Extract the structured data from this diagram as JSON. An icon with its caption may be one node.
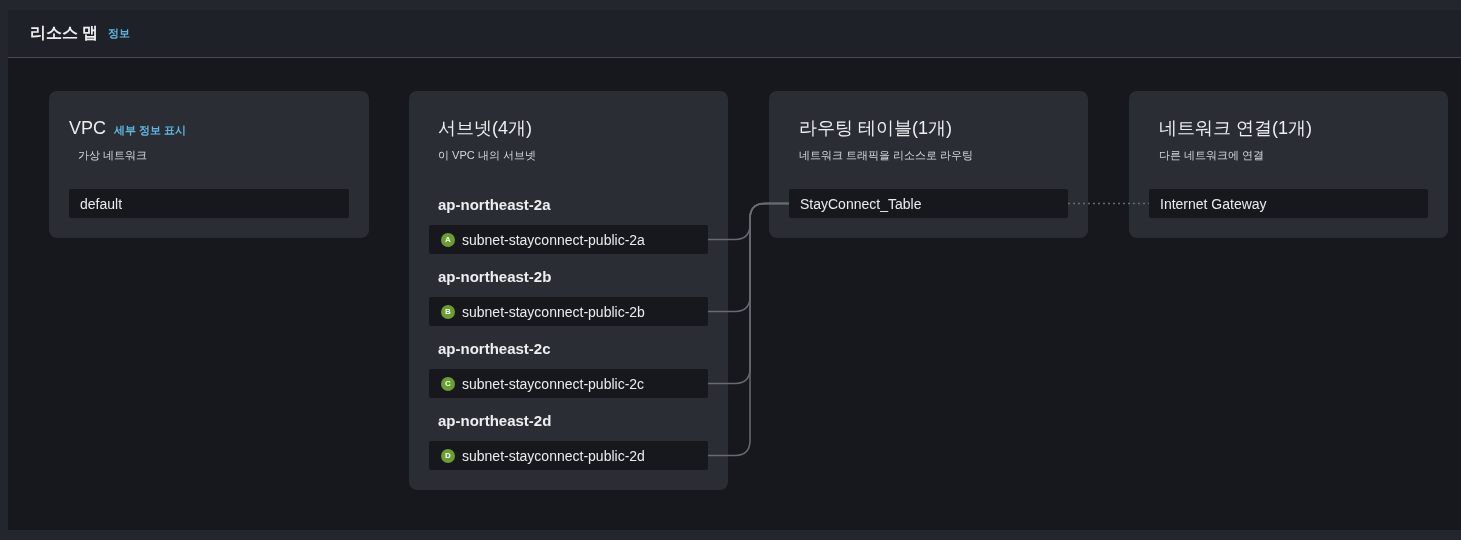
{
  "diagram": {
    "title": "리소스 맵",
    "nodes": [
      {
        "text": [
          "VPC",
          "세부 정보 표시",
          "가상 네트워크"
        ]
      },
      {
        "text": [
          "default"
        ],
        "in": 0
      },
      {
        "text": [
          "서브넷(4개)",
          "이 VPC 내의 서브넷"
        ]
      },
      {
        "text": [
          "A",
          "subnet-stayconnect-public-2a"
        ],
        "in": 2,
        "beside": [
          "ap-northeast-2a"
        ]
      },
      {
        "text": [
          "B",
          "subnet-stayconnect-public-2b"
        ],
        "in": 2,
        "beside": [
          "ap-northeast-2b"
        ]
      },
      {
        "text": [
          "C",
          "subnet-stayconnect-public-2c"
        ],
        "in": 2,
        "beside": [
          "ap-northeast-2c"
        ]
      },
      {
        "text": [
          "D",
          "subnet-stayconnect-public-2d"
        ],
        "in": 2,
        "beside": [
          "ap-northeast-2d"
        ]
      },
      {
        "text": [
          "라우팅 테이블(1개)",
          "네트워크 트래픽을 리소스로 라우팅"
        ]
      },
      {
        "text": [
          "StayConnect_Table"
        ],
        "in": 7
      },
      {
        "text": [
          "네트워크 연결(1개)",
          "다른 네트워크에 연결"
        ]
      },
      {
        "text": [
          "Internet Gateway"
        ],
        "in": 9
      }
    ],
    "edges": [
      {
        "from": 3,
        "to": 8,
        "arrow": "none"
      },
      {
        "from": 4,
        "to": 8,
        "arrow": "none"
      },
      {
        "from": 5,
        "to": 8,
        "arrow": "none"
      },
      {
        "from": 6,
        "to": 8,
        "arrow": "none"
      },
      {
        "from": 8,
        "to": 10,
        "arrow": "none",
        "style": "dashed"
      }
    ],
    "labels": [
      "정보"
    ]
  }
}
